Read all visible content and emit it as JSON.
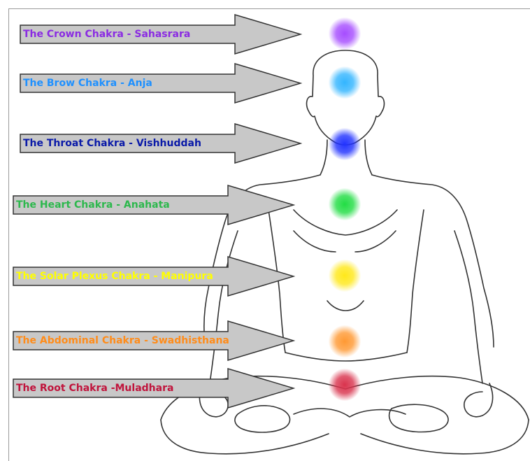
{
  "chakras": [
    {
      "label": "The Crown Chakra - Sahasrara",
      "color": "#8a2be2",
      "glow": "#a64dff",
      "icon": "violet-energy-point"
    },
    {
      "label": "The Brow Chakra - Anja",
      "color": "#1e90ff",
      "glow": "#33b5ff",
      "icon": "light-blue-energy-point"
    },
    {
      "label": "The Throat Chakra - Vishhuddah",
      "color": "#0a1aa8",
      "glow": "#2233ff",
      "icon": "blue-energy-point"
    },
    {
      "label": "The Heart Chakra - Anahata",
      "color": "#2db84d",
      "glow": "#22dd44",
      "icon": "green-energy-point"
    },
    {
      "label": "The Solar Plexus Chakra - Manipura",
      "color": "#ffff00",
      "glow": "#ffe81a",
      "icon": "yellow-energy-point"
    },
    {
      "label": "The Abdominal Chakra - Swadhisthana",
      "color": "#ff8c1a",
      "glow": "#ff9933",
      "icon": "orange-energy-point"
    },
    {
      "label": "The Root Chakra -Muladhara",
      "color": "#c0143c",
      "glow": "#d9334d",
      "icon": "red-energy-point"
    }
  ],
  "colors": {
    "arrow_fill": "#c8c8c8",
    "arrow_stroke": "#333333",
    "outline": "#333333"
  }
}
